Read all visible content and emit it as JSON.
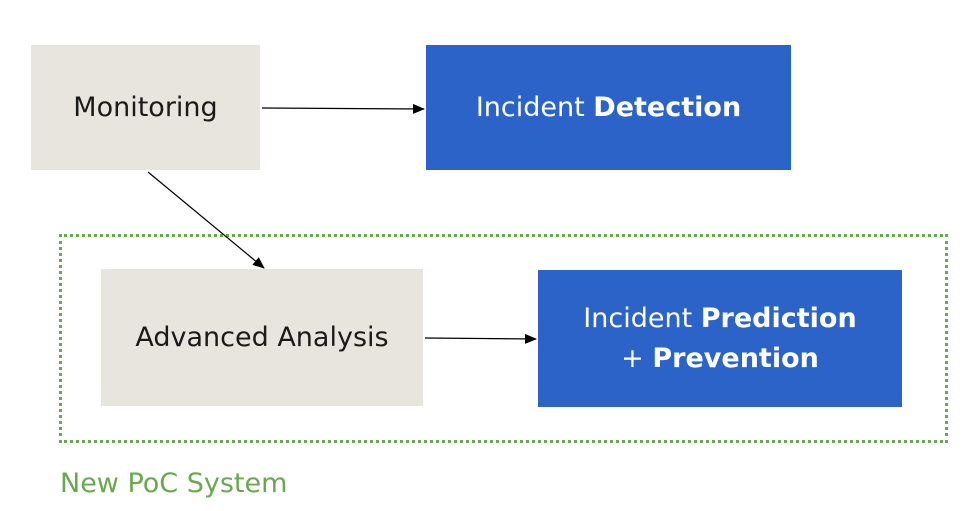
{
  "nodes": {
    "monitoring": {
      "label": "Monitoring"
    },
    "detection": {
      "prefix": "Incident ",
      "emphasis": "Detection"
    },
    "analysis": {
      "label": "Advanced Analysis"
    },
    "prediction": {
      "prefix": "Incident ",
      "emphasis": "Prediction",
      "line2_prefix": "+ ",
      "line2_emphasis": "Prevention"
    }
  },
  "group": {
    "label": "New PoC System"
  },
  "colors": {
    "gray_box": "#e8e5de",
    "blue_box": "#2b63c9",
    "group_border": "#6aa84f",
    "arrow": "#000000"
  }
}
